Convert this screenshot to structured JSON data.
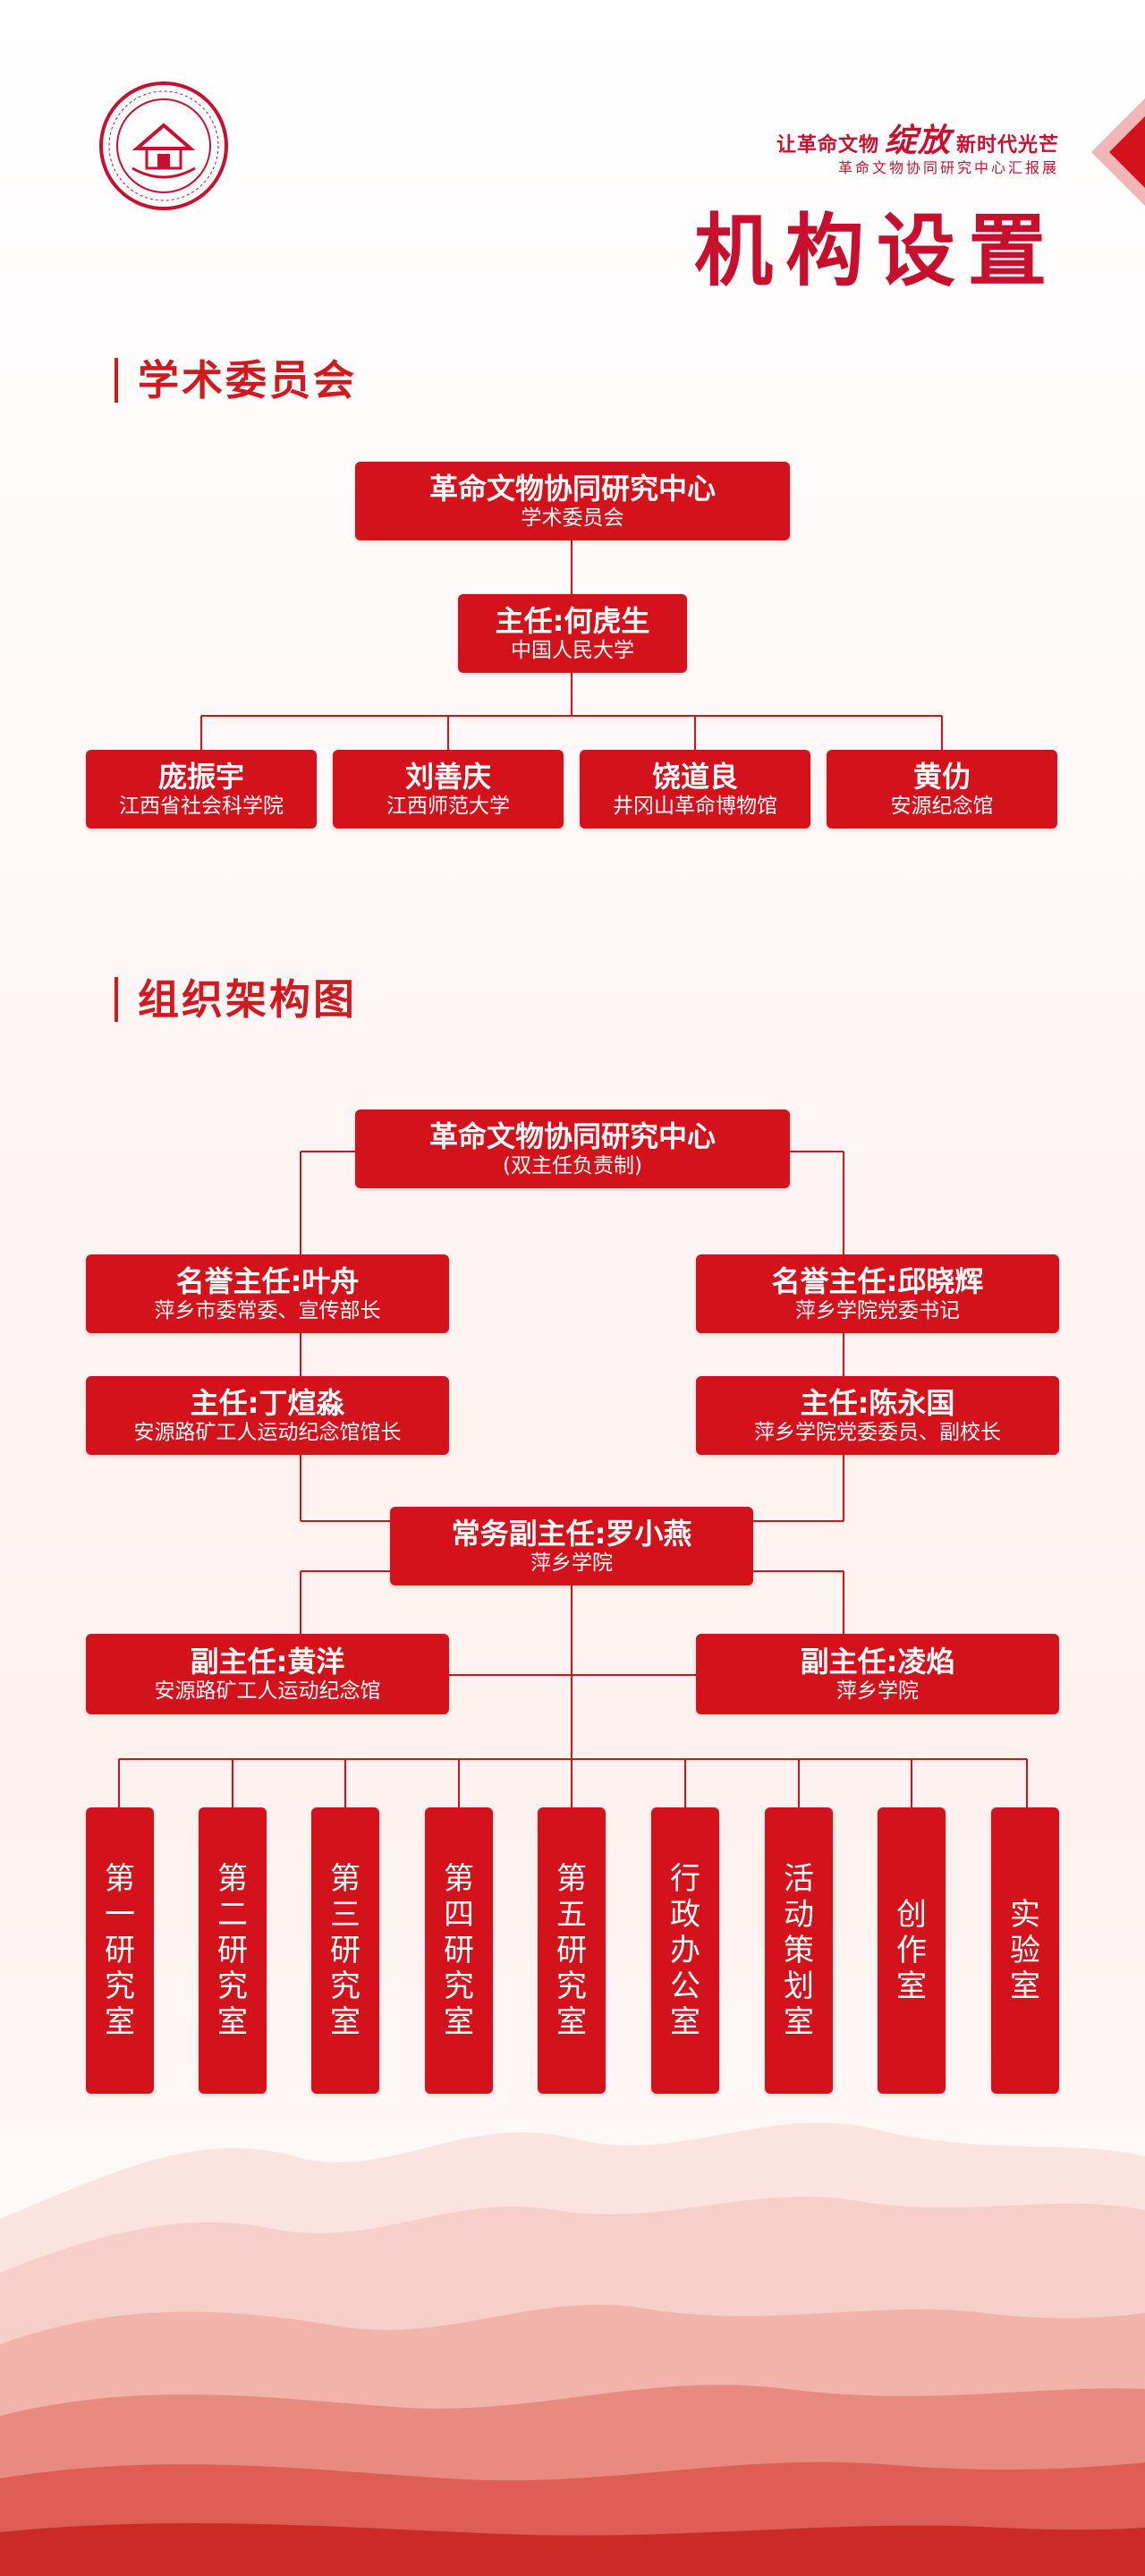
{
  "header": {
    "slogan_pre": "让革命文物",
    "slogan_big": "绽放",
    "slogan_post": "新时代光芒",
    "subtitle": "革命文物协同研究中心汇报展",
    "title": "机构设置",
    "logo_icon": "seal-logo-icon"
  },
  "academic": {
    "heading": "学术委员会",
    "top": {
      "title": "革命文物协同研究中心",
      "sub": "学术委员会"
    },
    "director": {
      "title": "主任:何虎生",
      "sub": "中国人民大学"
    },
    "members": [
      {
        "title": "庞振宇",
        "sub": "江西省社会科学院"
      },
      {
        "title": "刘善庆",
        "sub": "江西师范大学"
      },
      {
        "title": "饶道良",
        "sub": "井冈山革命博物馆"
      },
      {
        "title": "黄仂",
        "sub": "安源纪念馆"
      }
    ]
  },
  "org": {
    "heading": "组织架构图",
    "top": {
      "title": "革命文物协同研究中心",
      "sub": "(双主任负责制)"
    },
    "honorary_left": {
      "title": "名誉主任:叶舟",
      "sub": "萍乡市委常委、宣传部长"
    },
    "honorary_right": {
      "title": "名誉主任:邱晓辉",
      "sub": "萍乡学院党委书记"
    },
    "director_left": {
      "title": "主任:丁煊淼",
      "sub": "安源路矿工人运动纪念馆馆长"
    },
    "director_right": {
      "title": "主任:陈永国",
      "sub": "萍乡学院党委委员、副校长"
    },
    "executive": {
      "title": "常务副主任:罗小燕",
      "sub": "萍乡学院"
    },
    "deputy_left": {
      "title": "副主任:黄洋",
      "sub": "安源路矿工人运动纪念馆"
    },
    "deputy_right": {
      "title": "副主任:凌焰",
      "sub": "萍乡学院"
    },
    "departments": [
      "第一研究室",
      "第二研究室",
      "第三研究室",
      "第四研究室",
      "第五研究室",
      "行政办公室",
      "活动策划室",
      "创作室",
      "实验室"
    ]
  },
  "colors": {
    "accent": "#d3121c",
    "title": "#c8102e",
    "line": "#d3121c"
  }
}
